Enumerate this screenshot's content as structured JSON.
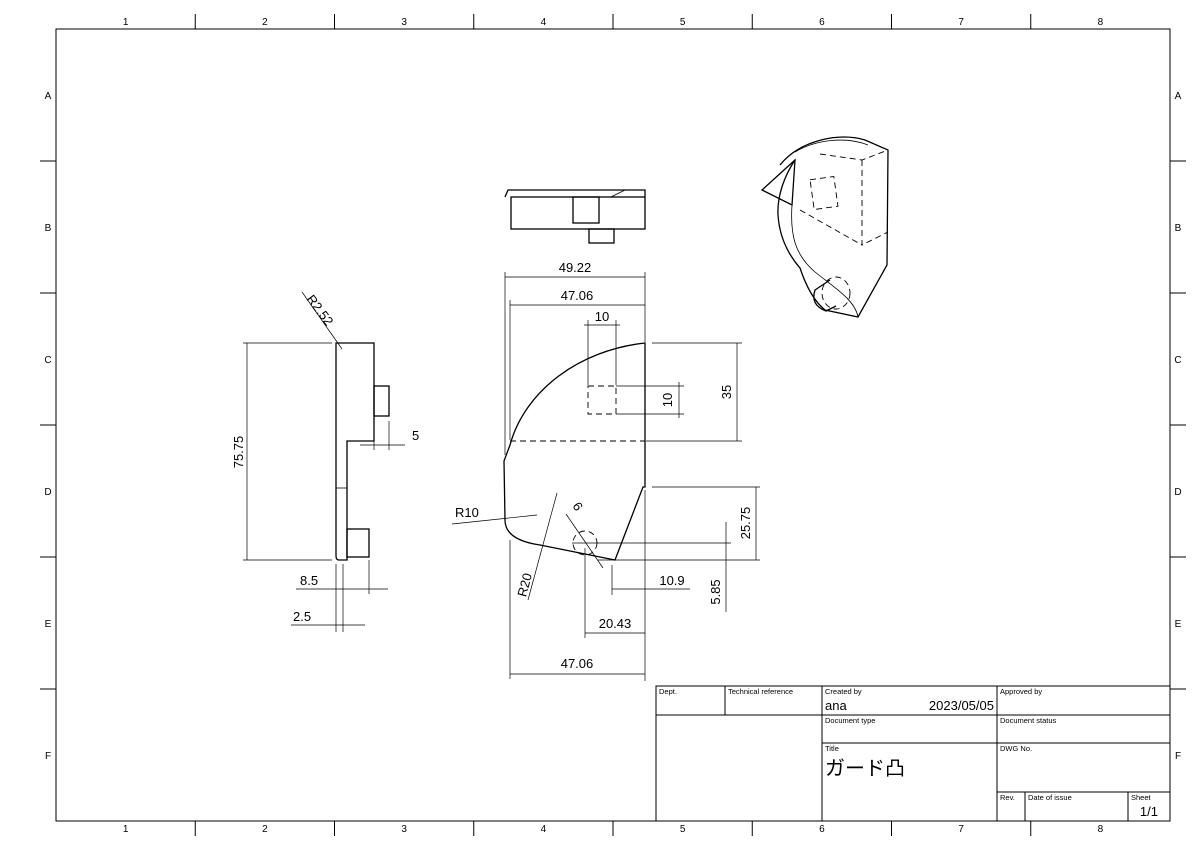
{
  "zones": {
    "columns": [
      "1",
      "2",
      "3",
      "4",
      "5",
      "6",
      "7",
      "8"
    ],
    "rows": [
      "A",
      "B",
      "C",
      "D",
      "E",
      "F"
    ]
  },
  "dimensions": {
    "side_radius": "R2.52",
    "side_height": "75.75",
    "side_step": "5",
    "side_base": "8.5",
    "side_thickness": "2.5",
    "front_overall_width": "49.22",
    "front_width_top": "47.06",
    "slot_width": "10",
    "slot_height": "10",
    "top_height": "35",
    "fillet_r10": "R10",
    "fillet_r20": "R20",
    "hole_dia": "6",
    "right_height": "25.75",
    "hole_offset": "10.9",
    "hole_vertical": "5.85",
    "hole_x": "20.43",
    "front_width_bottom": "47.06"
  },
  "title_block": {
    "dept_label": "Dept.",
    "techref_label": "Technical reference",
    "created_label": "Created by",
    "created_value": "ana",
    "date_value": "2023/05/05",
    "approved_label": "Approved by",
    "doctype_label": "Document type",
    "docstatus_label": "Document status",
    "title_label": "Title",
    "title_value": "ガード凸",
    "dwg_label": "DWG No.",
    "rev_label": "Rev.",
    "issue_label": "Date of issue",
    "sheet_label": "Sheet",
    "sheet_value": "1/1"
  }
}
